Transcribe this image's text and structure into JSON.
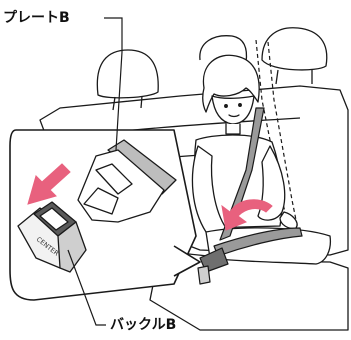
{
  "labels": {
    "plate": "プレートB",
    "buckle": "バックルB",
    "buckle_marking": "CENTER"
  },
  "colors": {
    "accent_pink": "#e8617e",
    "line": "#1a1a1a",
    "belt_gray": "#9a9a9a",
    "seat_fill": "#ffffff"
  },
  "icons": {
    "arrow_left": "insert-direction-arrow-icon",
    "arrow_curve": "belt-direction-arrow-icon"
  }
}
